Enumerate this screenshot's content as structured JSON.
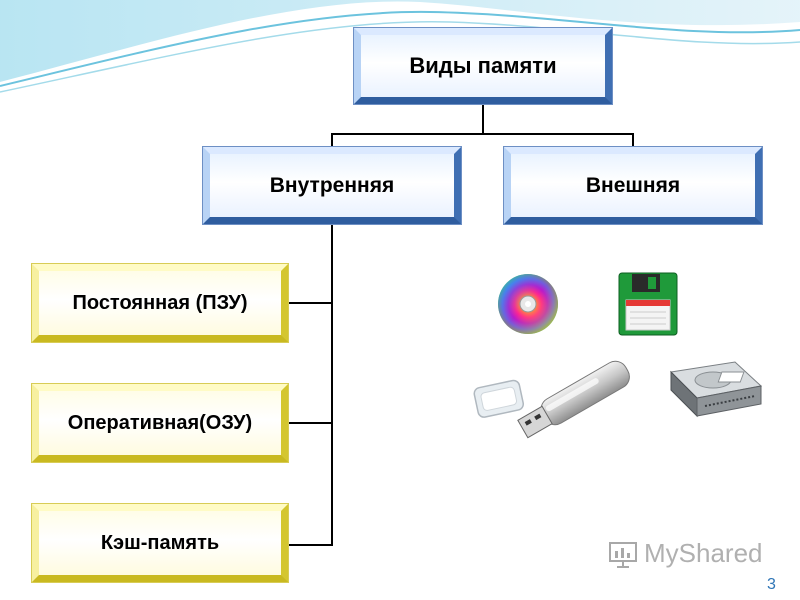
{
  "root": {
    "label": "Виды памяти"
  },
  "level1": {
    "internal": "Внутренняя",
    "external": "Внешняя"
  },
  "internal_types": [
    "Постоянная (ПЗУ)",
    "Оперативная(ОЗУ)",
    "Кэш-память"
  ],
  "watermark": {
    "text": "MyShared"
  },
  "slide_number": "3",
  "media_icons": [
    "cd-disc-icon",
    "floppy-disk-icon",
    "usb-flash-drive-icon",
    "hard-drive-icon"
  ],
  "colors": {
    "blue_bevel": "#3f6fb3",
    "yellow_bevel": "#d4c630",
    "accent": "#2e75b6"
  }
}
